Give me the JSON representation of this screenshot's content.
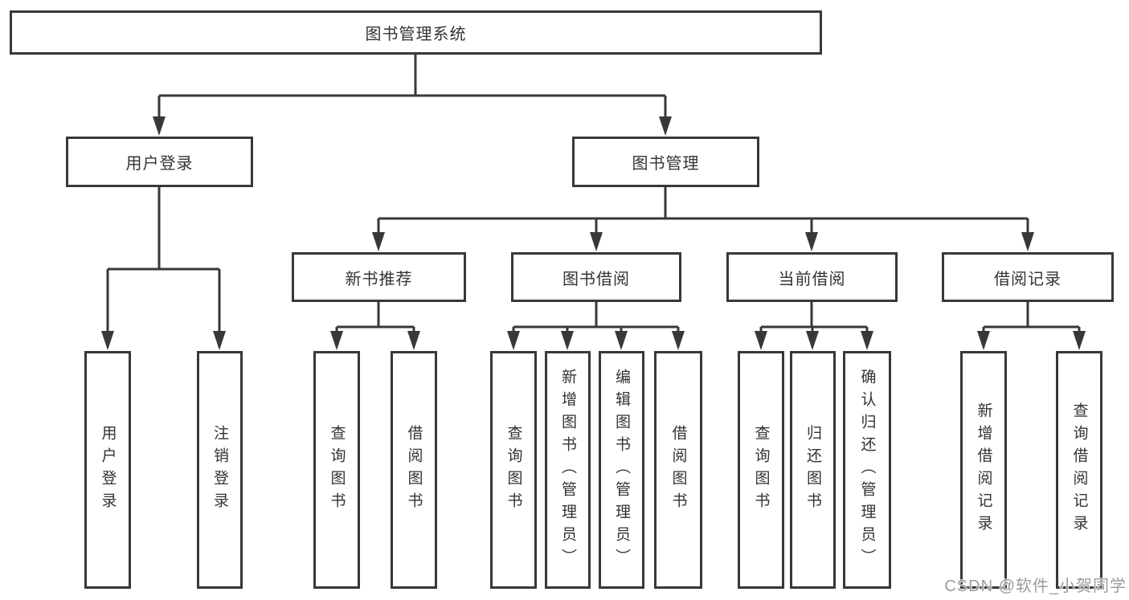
{
  "nodes": {
    "root": "图书管理系统",
    "userLogin": "用户登录",
    "bookManagement": "图书管理",
    "newBookRecommend": "新书推荐",
    "bookBorrow": "图书借阅",
    "currentBorrow": "当前借阅",
    "borrowRecords": "借阅记录",
    "leaves": {
      "userLoginAction": "用户登录",
      "logoutAction": "注销登录",
      "queryBooksRecommend": "查询图书",
      "borrowBooksRecommend": "借阅图书",
      "queryBooksBorrow": "查询图书",
      "addBooksAdmin": "新增图书（管理员）",
      "editBooksAdmin": "编辑图书（管理员）",
      "borrowBooksAction": "借阅图书",
      "queryBooksCurrent": "查询图书",
      "returnBooks": "归还图书",
      "confirmReturnAdmin": "确认归还（管理员）",
      "addBorrowRecord": "新增借阅记录",
      "queryBorrowRecord": "查询借阅记录"
    }
  },
  "watermark": "CSDN @软件_小贺同学",
  "colors": {
    "line": "#383838",
    "text": "#333333",
    "watermark_text": "#9b9b9b",
    "background": "#ffffff"
  }
}
